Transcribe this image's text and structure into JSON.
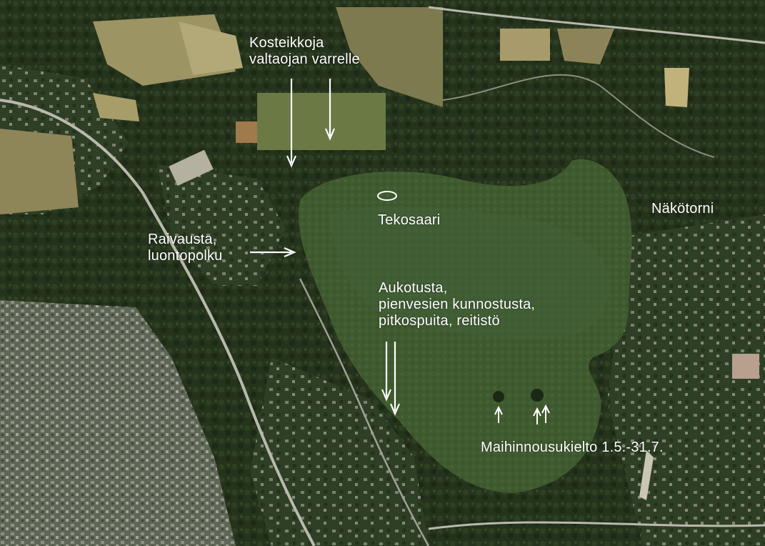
{
  "colors": {
    "forest": "#25331c",
    "forest_dark": "#1b2815",
    "lake_water": "#3f5a2e",
    "field": "#8e8559",
    "field_light": "#b3a877",
    "urban": "#6f7468",
    "road": "#b9b9ae",
    "annotation": "#ffffff"
  },
  "labels": {
    "wetlands": {
      "lines": [
        "Kosteikkoja",
        "valtaojan varrelle"
      ]
    },
    "island": {
      "text": "Tekosaari"
    },
    "tower": {
      "text": "Näkötorni"
    },
    "clearing": {
      "lines": [
        "Raivausta,",
        "luontopolku"
      ]
    },
    "opening": {
      "lines": [
        "Aukotusta,",
        "pienvesien kunnostusta,",
        "pitkospuita, reitistö"
      ]
    },
    "landing": {
      "text": "Maihinnousukielto 1.5.-31.7."
    }
  },
  "icons": {
    "arrow": "arrow-icon",
    "island_marker": "ellipse-icon"
  }
}
